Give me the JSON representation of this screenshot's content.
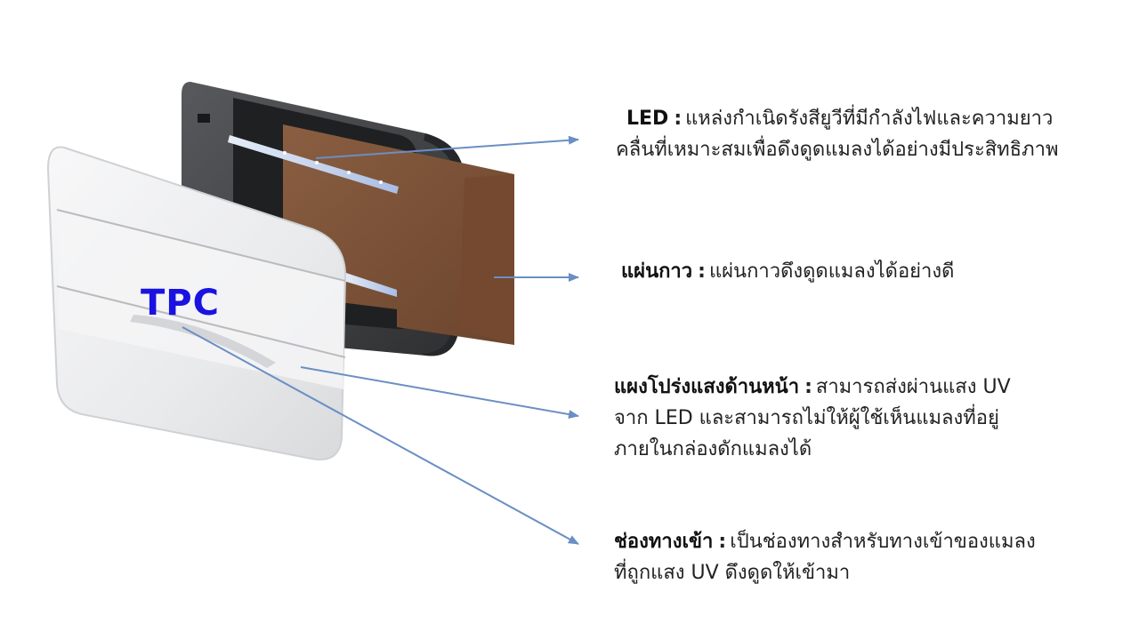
{
  "product_label": "TPC",
  "callouts": [
    {
      "term": "LED",
      "colon": ":",
      "line1": "แหล่งกำเนิดรังสียูวีที่มีกำลังไฟและความยาว",
      "line2": "คลื่นที่เหมาะสมเพื่อดึงดูดแมลงได้อย่างมีประสิทธิภาพ"
    },
    {
      "term": "แผ่นกาว",
      "colon": ":",
      "line1": "แผ่นกาวดึงดูดแมลงได้อย่างดี"
    },
    {
      "term": "แผงโปร่งแสงด้านหน้า",
      "colon": ":",
      "line1": "สามารถส่งผ่านแสง UV",
      "line2": "จาก LED และสามารถไม่ให้ผู้ใช้เห็นแมลงที่อยู่",
      "line3": "ภายในกล่องดักแมลงได้"
    },
    {
      "term": "ช่องทางเข้า",
      "colon": ":",
      "line1": "เป็นช่องทางสำหรับทางเข้าของแมลง",
      "line2": "ที่ถูกแสง UV ดึงดูดให้เข้ามา"
    }
  ],
  "colors": {
    "arrow": "#6a8fc4",
    "housing": "#3c3d40",
    "glue_board": "#7b5238",
    "front_panel": "#eeeff0",
    "led_strip": "#c9d6ee",
    "product_label": "#1a12e0"
  }
}
